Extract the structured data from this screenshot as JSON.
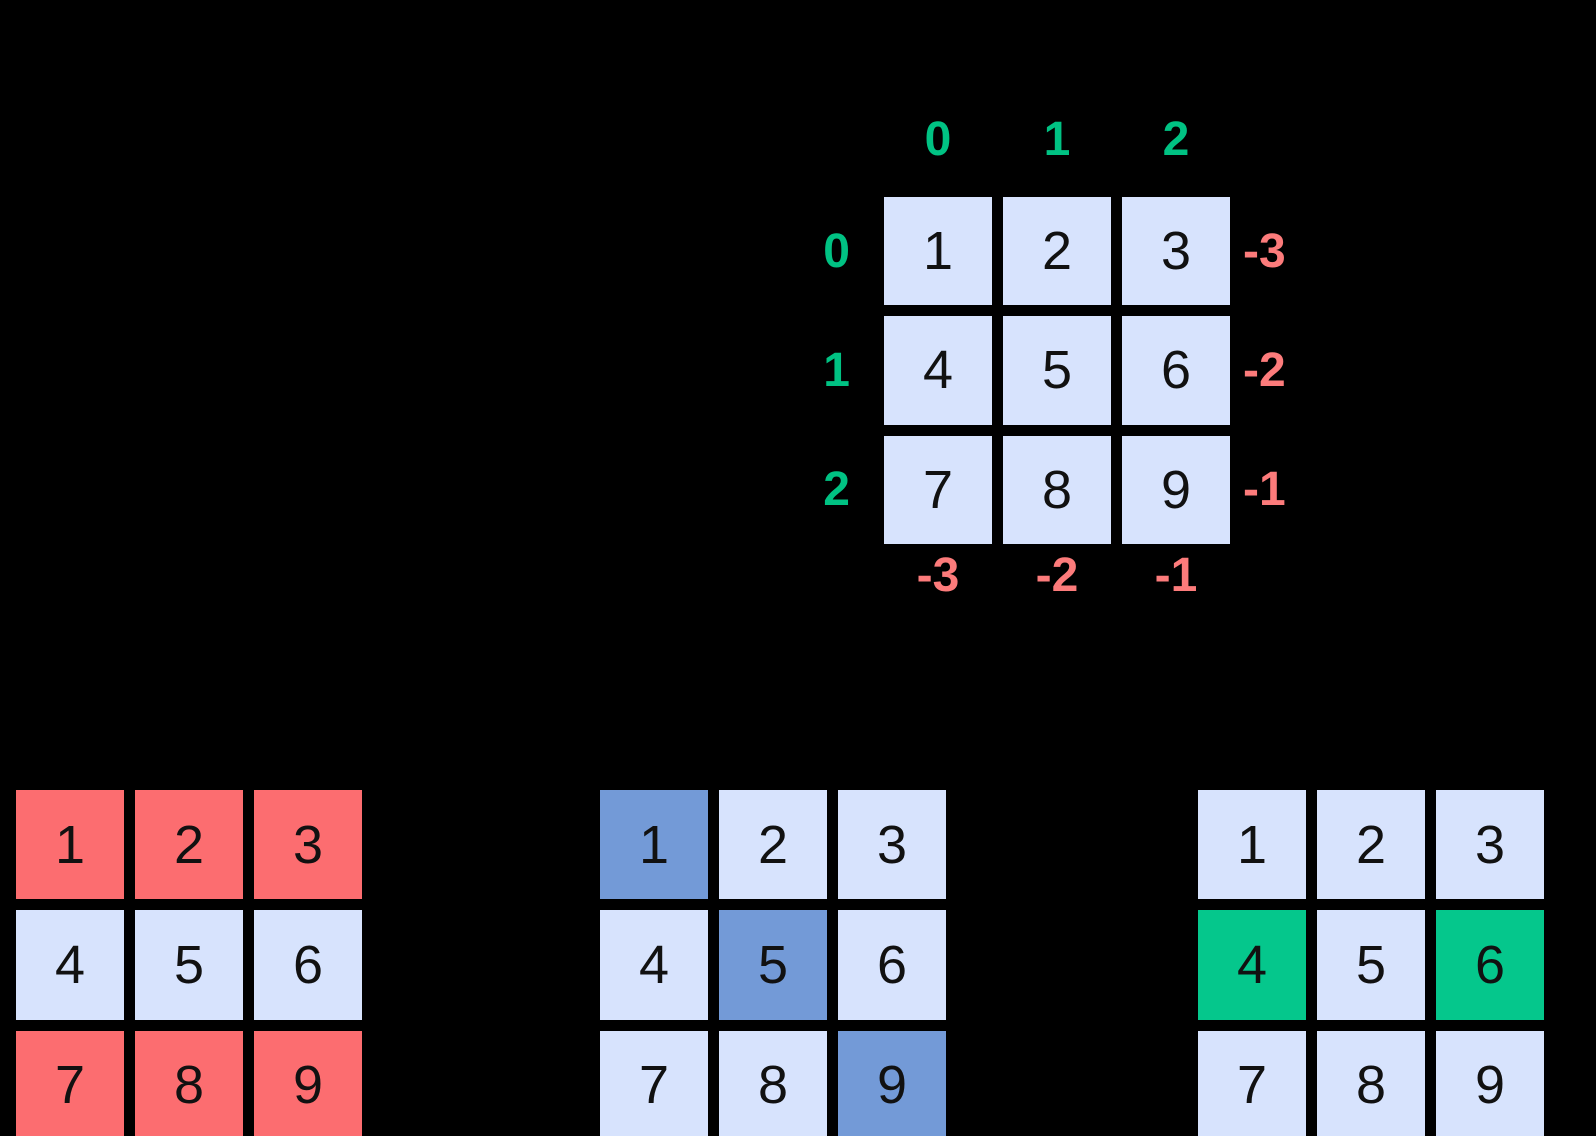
{
  "figure": {
    "background_color": "#000000",
    "palette": {
      "cell_base": "#d7e3fd",
      "highlight_red": "#fc6d70",
      "highlight_blue": "#739ad7",
      "highlight_green": "#05c78c",
      "label_positive": "#00c283",
      "label_negative": "#fc7b7b",
      "text": "#111111",
      "gap": "#000000"
    }
  },
  "top_matrix": {
    "name": "indexed-matrix",
    "values": [
      [
        "1",
        "2",
        "3"
      ],
      [
        "4",
        "5",
        "6"
      ],
      [
        "7",
        "8",
        "9"
      ]
    ],
    "column_headers_positive": [
      "0",
      "1",
      "2"
    ],
    "row_headers_positive": [
      "0",
      "1",
      "2"
    ],
    "row_headers_negative": [
      "-3",
      "-2",
      "-1"
    ],
    "column_headers_negative": [
      "-3",
      "-2",
      "-1"
    ]
  },
  "bottom_matrices": [
    {
      "name": "row-selection-matrix",
      "values": [
        [
          "1",
          "2",
          "3"
        ],
        [
          "4",
          "5",
          "6"
        ],
        [
          "7",
          "8",
          "9"
        ]
      ],
      "highlights": [
        [
          "red",
          "red",
          "red"
        ],
        [
          "base",
          "base",
          "base"
        ],
        [
          "red",
          "red",
          "red"
        ]
      ]
    },
    {
      "name": "diagonal-selection-matrix",
      "values": [
        [
          "1",
          "2",
          "3"
        ],
        [
          "4",
          "5",
          "6"
        ],
        [
          "7",
          "8",
          "9"
        ]
      ],
      "highlights": [
        [
          "blue",
          "base",
          "base"
        ],
        [
          "base",
          "blue",
          "base"
        ],
        [
          "base",
          "base",
          "blue"
        ]
      ]
    },
    {
      "name": "column-selection-matrix",
      "values": [
        [
          "1",
          "2",
          "3"
        ],
        [
          "4",
          "5",
          "6"
        ],
        [
          "7",
          "8",
          "9"
        ]
      ],
      "highlights": [
        [
          "base",
          "base",
          "base"
        ],
        [
          "green",
          "base",
          "green"
        ],
        [
          "base",
          "base",
          "base"
        ]
      ]
    }
  ]
}
